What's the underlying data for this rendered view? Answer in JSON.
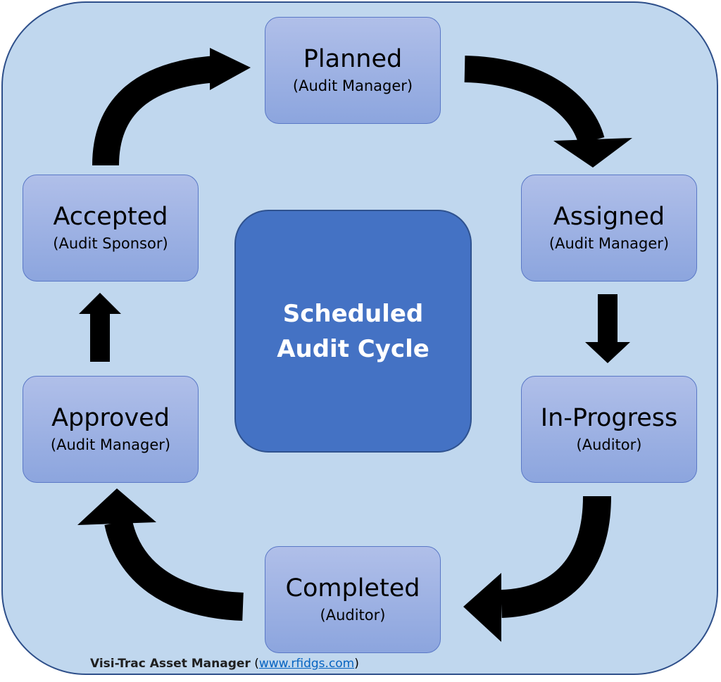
{
  "center": {
    "line1": "Scheduled",
    "line2": "Audit Cycle"
  },
  "stages": [
    {
      "name": "Planned",
      "role": "(Audit Manager)"
    },
    {
      "name": "Assigned",
      "role": "(Audit Manager)"
    },
    {
      "name": "In-Progress",
      "role": "(Auditor)"
    },
    {
      "name": "Completed",
      "role": "(Auditor)"
    },
    {
      "name": "Approved",
      "role": "(Audit Manager)"
    },
    {
      "name": "Accepted",
      "role": "(Audit Sponsor)"
    }
  ],
  "footer": {
    "brand": "Visi-Trac Asset Manager",
    "open_paren": " (",
    "link": "www.rfidgs.com",
    "close_paren": ")"
  },
  "colors": {
    "background_panel": "#c0d7ee",
    "stage_box": "#9bb1e4",
    "center_box": "#4472c4",
    "arrow": "#000000",
    "link": "#0563c1"
  }
}
